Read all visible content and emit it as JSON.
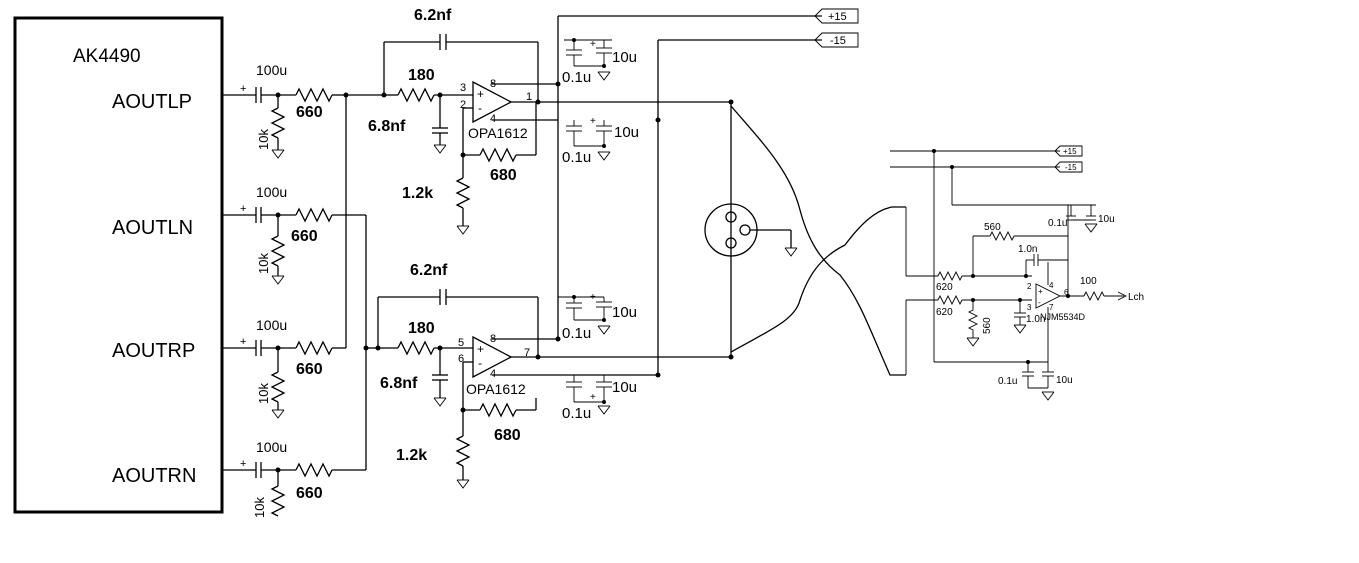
{
  "chip": {
    "name": "AK4490",
    "pins": [
      "AOUTLP",
      "AOUTLN",
      "AOUTRP",
      "AOUTRN"
    ]
  },
  "input_stage": {
    "cap": "100u",
    "res": "660",
    "shunt": "10k"
  },
  "filters": [
    {
      "c_fb": "6.2nf",
      "r_in": "180",
      "c_gnd": "6.8nf",
      "r_g": "1.2k",
      "r_fb": "680",
      "opamp": "OPA1612",
      "pin_pos": "3",
      "pin_neg": "2",
      "pin_out": "1",
      "pin_vp": "8",
      "pin_vn": "4"
    },
    {
      "c_fb": "6.2nf",
      "r_in": "180",
      "c_gnd": "6.8nf",
      "r_g": "1.2k",
      "r_fb": "680",
      "opamp": "OPA1612",
      "pin_pos": "5",
      "pin_neg": "6",
      "pin_out": "7",
      "pin_vp": "8",
      "pin_vn": "4"
    }
  ],
  "decoupling": {
    "small": "0.1u",
    "big": "10u"
  },
  "rails": {
    "pos": "+15",
    "neg": "-15"
  },
  "output_stage": {
    "r_fb": "560",
    "c_fb": "1.0n",
    "r_in_a": "620",
    "r_in_b": "620",
    "r_shunt": "560",
    "c_shunt": "1.0n",
    "opamp": "NJM5534D",
    "r_out": "100",
    "out_label": "Lch",
    "c_small": "0.1u",
    "c_big": "10u",
    "pin_pos": "3",
    "pin_neg": "2",
    "pin_vp": "4",
    "pin_out": "6",
    "pin_vn": "7"
  }
}
